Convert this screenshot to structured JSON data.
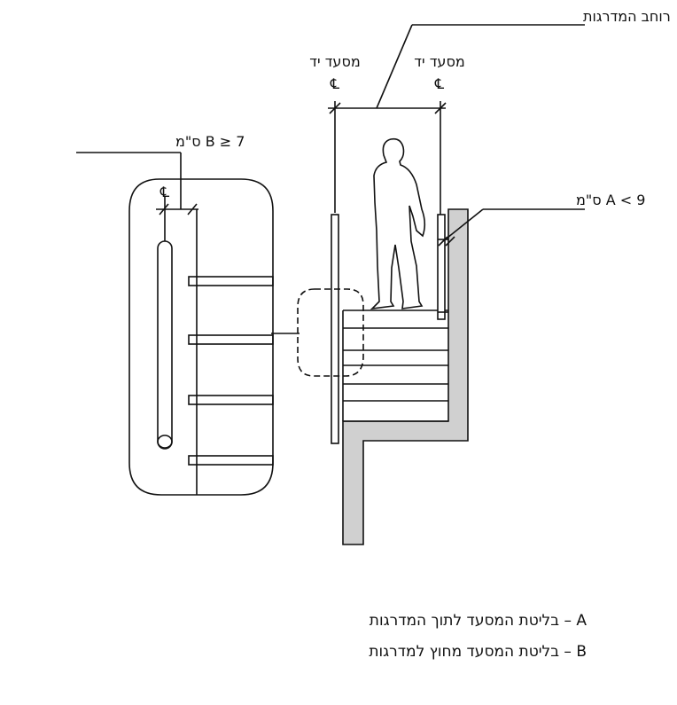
{
  "labels": {
    "stair_width": "רוחב המדרגות",
    "handrail_left": "מסעד יד",
    "handrail_right": "מסעד יד",
    "centerline_symbol": "℄",
    "dim_b": "B ≥ 7 ס\"מ",
    "dim_a": "A < 9 ס\"מ"
  },
  "legend": [
    {
      "key": "A",
      "text": "A – בליטת המסעד לתוך המדרגות"
    },
    {
      "key": "B",
      "text": "B – בליטת המסעד מחוץ למדרגות"
    }
  ],
  "colors": {
    "ink": "#111111",
    "concrete": "#d0d0d0"
  }
}
